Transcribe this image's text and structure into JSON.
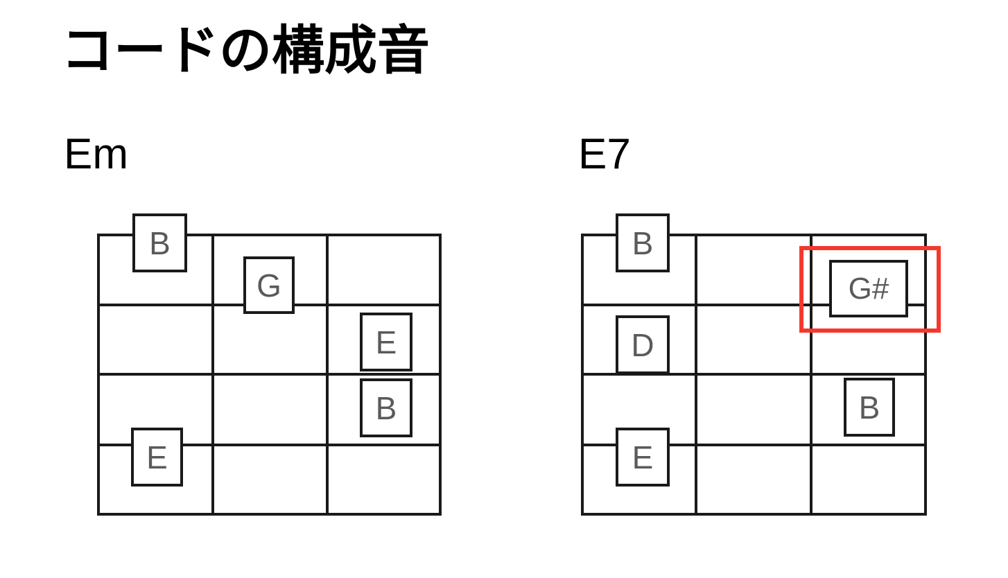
{
  "page": {
    "title": "コードの構成音",
    "background_color": "#ffffff"
  },
  "colors": {
    "grid_line": "#1a1a1a",
    "note_text": "#5a5a5a",
    "note_border": "#1a1a1a",
    "highlight": "#f4382c",
    "title_text": "#000000"
  },
  "diagrams": [
    {
      "id": "em",
      "chord_name": "Em",
      "grid": {
        "strings": 5,
        "frets": 3
      },
      "notes": [
        {
          "label": "B",
          "column": 1,
          "string": 1
        },
        {
          "label": "G",
          "column": 2,
          "string": 2
        },
        {
          "label": "E",
          "column": 3,
          "string": 3
        },
        {
          "label": "B",
          "column": 3,
          "string": 4
        },
        {
          "label": "E",
          "column": 1,
          "string": 4
        }
      ]
    },
    {
      "id": "e7",
      "chord_name": "E7",
      "grid": {
        "strings": 5,
        "frets": 3
      },
      "notes": [
        {
          "label": "B",
          "column": 1,
          "string": 1
        },
        {
          "label": "D",
          "column": 1,
          "string": 3
        },
        {
          "label": "E",
          "column": 1,
          "string": 4
        },
        {
          "label": "G#",
          "column": 3,
          "string": 2,
          "highlighted": true
        },
        {
          "label": "B",
          "column": 3,
          "string": 4
        }
      ]
    }
  ]
}
